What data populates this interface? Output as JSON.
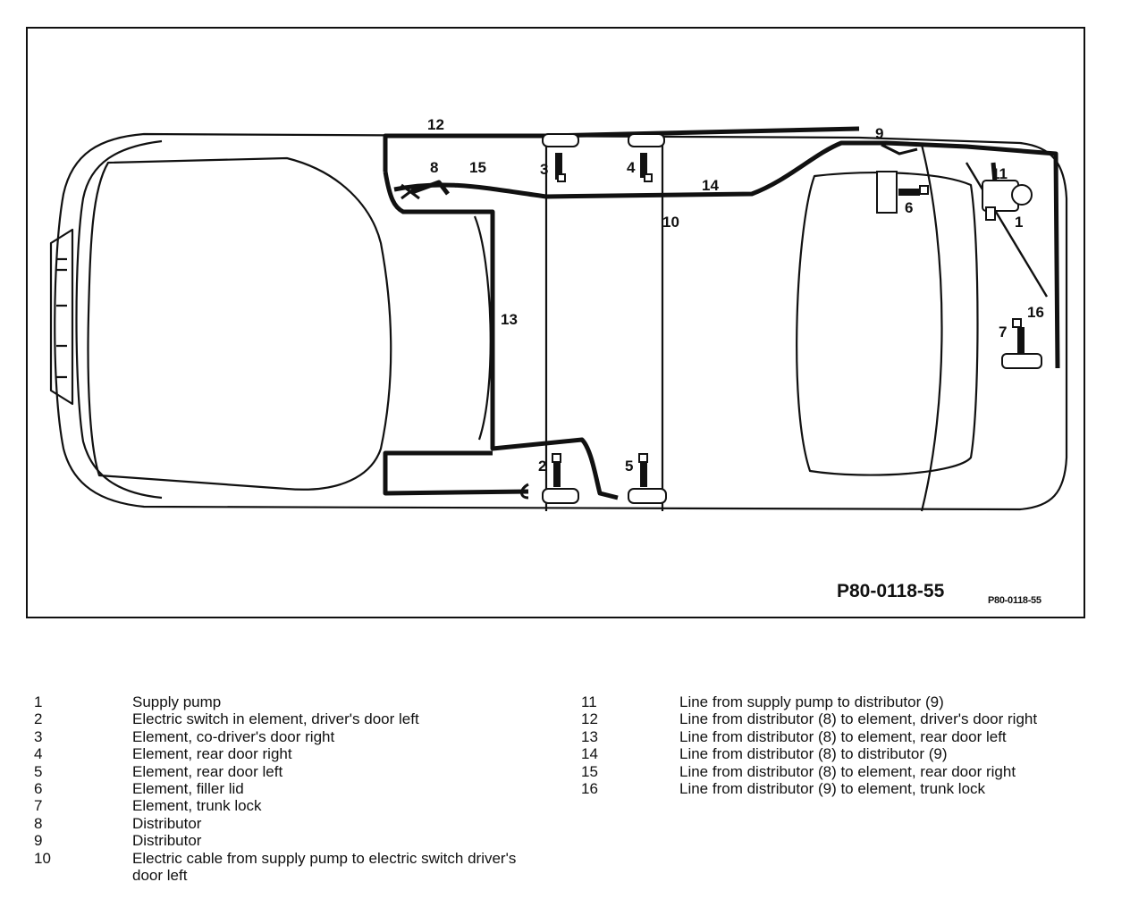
{
  "figure": {
    "code": "P80-0118-55",
    "code_small": "P80-0118-55",
    "callouts": [
      {
        "id": "c12",
        "label": "12"
      },
      {
        "id": "c9",
        "label": "9"
      },
      {
        "id": "c8",
        "label": "8"
      },
      {
        "id": "c15",
        "label": "15"
      },
      {
        "id": "c3",
        "label": "3"
      },
      {
        "id": "c4",
        "label": "4"
      },
      {
        "id": "c14",
        "label": "14"
      },
      {
        "id": "c10",
        "label": "10"
      },
      {
        "id": "c11",
        "label": "11"
      },
      {
        "id": "c6",
        "label": "6"
      },
      {
        "id": "c1",
        "label": "1"
      },
      {
        "id": "c13",
        "label": "13"
      },
      {
        "id": "c16",
        "label": "16"
      },
      {
        "id": "c7",
        "label": "7"
      },
      {
        "id": "c2",
        "label": "2"
      },
      {
        "id": "c5",
        "label": "5"
      }
    ]
  },
  "legend": {
    "left": [
      {
        "num": "1",
        "desc": "Supply pump"
      },
      {
        "num": "2",
        "desc": "Electric switch in element, driver's door left"
      },
      {
        "num": "3",
        "desc": "Element, co-driver's door right"
      },
      {
        "num": "4",
        "desc": "Element, rear door right"
      },
      {
        "num": "5",
        "desc": "Element, rear door left"
      },
      {
        "num": "6",
        "desc": "Element, filler lid"
      },
      {
        "num": "7",
        "desc": "Element, trunk lock"
      },
      {
        "num": "8",
        "desc": "Distributor"
      },
      {
        "num": "9",
        "desc": "Distributor"
      },
      {
        "num": "10",
        "desc": "Electric cable from supply pump to electric switch driver's door left"
      }
    ],
    "right": [
      {
        "num": "11",
        "desc": "Line from supply pump to distributor (9)"
      },
      {
        "num": "12",
        "desc": "Line from distributor (8) to element, driver's door right"
      },
      {
        "num": "13",
        "desc": "Line from distributor (8) to element, rear door left"
      },
      {
        "num": "14",
        "desc": "Line from distributor (8) to distributor (9)"
      },
      {
        "num": "15",
        "desc": "Line from distributor (8) to element, rear door right"
      },
      {
        "num": "16",
        "desc": "Line from distributor (9) to element, trunk lock"
      }
    ]
  }
}
